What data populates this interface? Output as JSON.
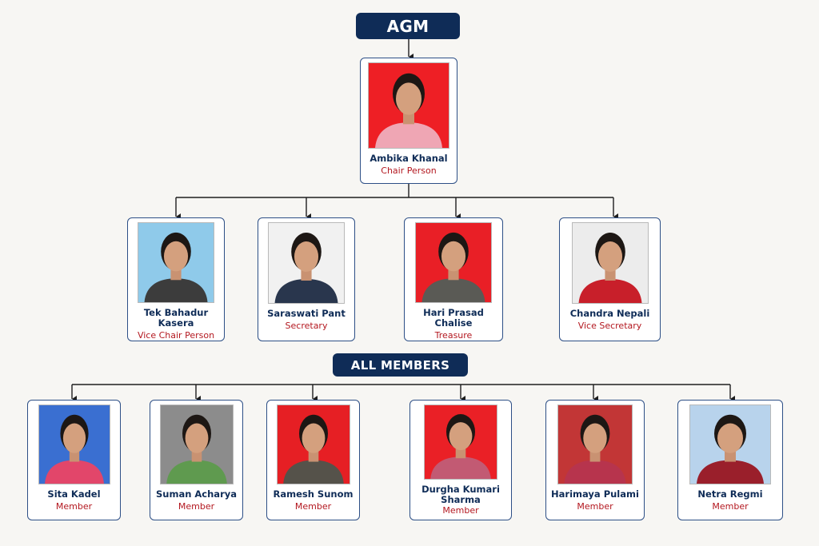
{
  "agm_label": "AGM",
  "members_label": "ALL MEMBERS",
  "chair": {
    "name": "Ambika Khanal",
    "role": "Chair Person",
    "photo_bg": "#ee1f25",
    "clothing": "#efa6b4"
  },
  "officers": [
    {
      "name": "Tek Bahadur Kasera",
      "role": "Vice Chair Person",
      "photo_bg": "#8fcaea",
      "clothing": "#3c3c3c"
    },
    {
      "name": "Saraswati Pant",
      "role": "Secretary",
      "photo_bg": "#f1f1f1",
      "clothing": "#29364d"
    },
    {
      "name": "Hari Prasad Chalise",
      "role": "Treasure",
      "photo_bg": "#e91f26",
      "clothing": "#5a5a55"
    },
    {
      "name": "Chandra Nepali",
      "role": "Vice Secretary",
      "photo_bg": "#ececec",
      "clothing": "#c81f2a"
    }
  ],
  "members": [
    {
      "name": "Sita Kadel",
      "role": "Member",
      "photo_bg": "#3a6fd1",
      "clothing": "#e2466a"
    },
    {
      "name": "Suman Acharya",
      "role": "Member",
      "photo_bg": "#8c8c8c",
      "clothing": "#5f9a4f"
    },
    {
      "name": "Ramesh Sunom",
      "role": "Member",
      "photo_bg": "#e61f24",
      "clothing": "#55524a"
    },
    {
      "name": "Durgha Kumari Sharma",
      "role": "Member",
      "photo_bg": "#ea2026",
      "clothing": "#c25a73"
    },
    {
      "name": "Harimaya Pulami",
      "role": "Member",
      "photo_bg": "#c23636",
      "clothing": "#b7344d"
    },
    {
      "name": "Netra Regmi",
      "role": "Member",
      "photo_bg": "#b8d3ec",
      "clothing": "#9a1f2b"
    }
  ],
  "colors": {
    "navy": "#0f2c57",
    "role_red": "#b3171f",
    "connector": "#1e1e1e"
  }
}
